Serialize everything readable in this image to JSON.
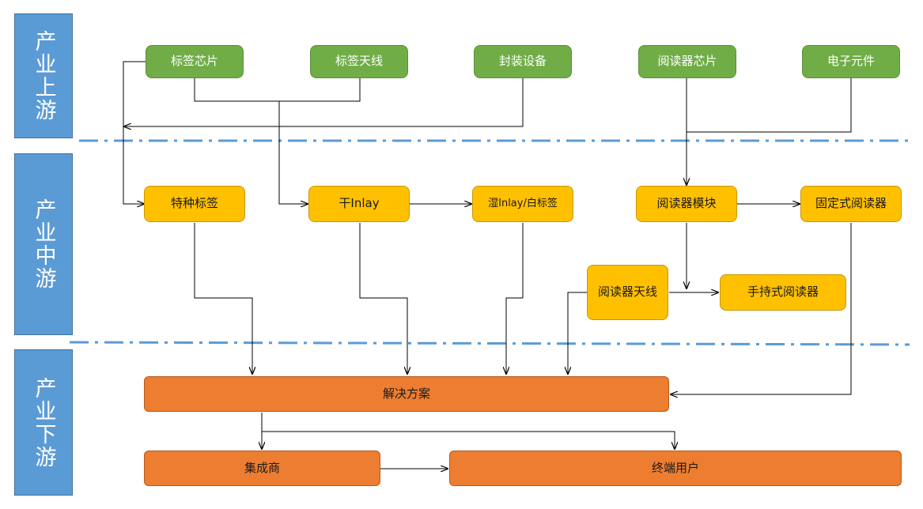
{
  "stages": {
    "upstream": "产业上游",
    "midstream": "产业中游",
    "downstream": "产业下游"
  },
  "upstream_nodes": {
    "tag_chip": "标签芯片",
    "tag_antenna": "标签天线",
    "packaging_equipment": "封装设备",
    "reader_chip": "阅读器芯片",
    "electronic_components": "电子元件"
  },
  "midstream_nodes": {
    "special_tag": "特种标签",
    "dry_inlay": "干Inlay",
    "wet_inlay": "湿Inlay/白标签",
    "reader_module": "阅读器模块",
    "fixed_reader": "固定式阅读器",
    "reader_antenna": "阅读器天线",
    "handheld_reader": "手持式阅读器"
  },
  "downstream_nodes": {
    "solution": "解决方案",
    "integrator": "集成商",
    "end_user": "终端用户"
  },
  "colors": {
    "stage_blue": "#5b9bd5",
    "upstream_green": "#70ad47",
    "midstream_yellow": "#ffc000",
    "downstream_orange": "#ed7d31",
    "divider_blue": "#5b9bd5"
  }
}
